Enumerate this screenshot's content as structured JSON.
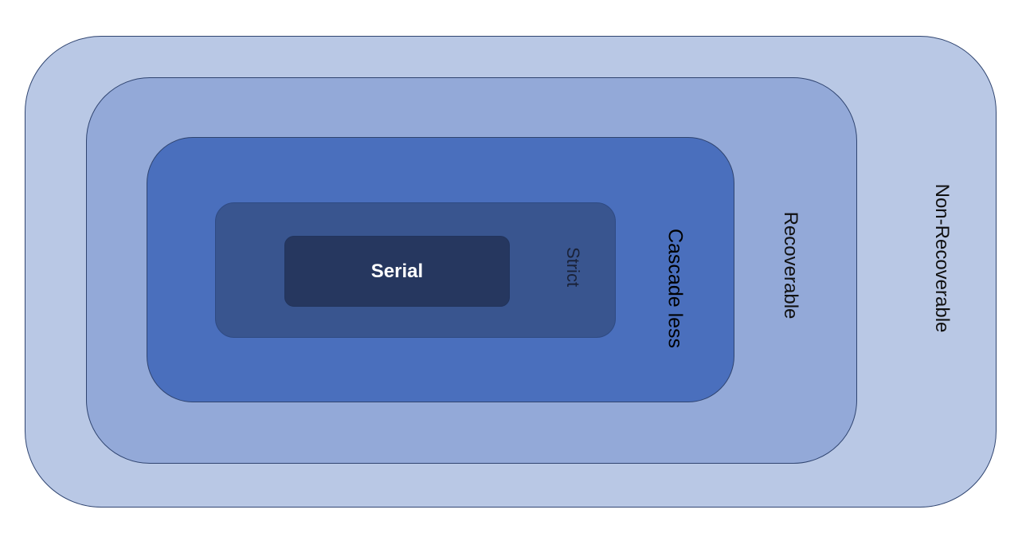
{
  "diagram": {
    "levels": [
      {
        "label": "Non-Recoverable",
        "color": "#b9c8e5"
      },
      {
        "label": "Recoverable",
        "color": "#93a9d8"
      },
      {
        "label": "Cascade less",
        "color": "#4a6fbd"
      },
      {
        "label": "Strict",
        "color": "#39558f"
      },
      {
        "label": "Serial",
        "color": "#26375f"
      }
    ]
  }
}
